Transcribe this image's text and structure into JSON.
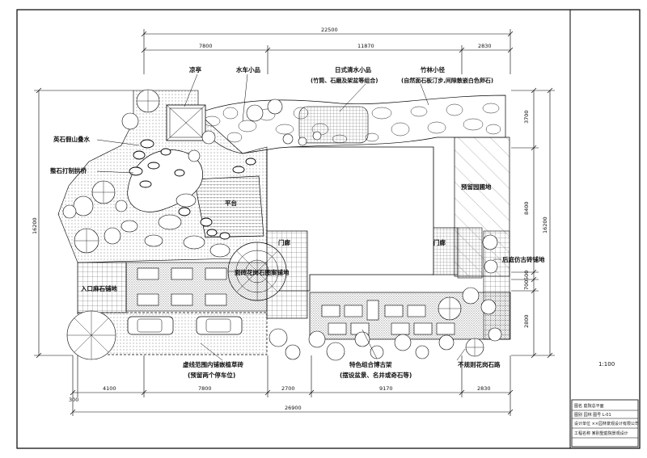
{
  "scale": "1:100",
  "dimensions": {
    "top_total": "22500",
    "top_segments": [
      "7800",
      "11870",
      "2830"
    ],
    "bottom_total": "26900",
    "bottom_segments": [
      "4100",
      "7800",
      "2700",
      "9170",
      "2830"
    ],
    "bottom_offset": "300",
    "left_total": "16200",
    "right_total": "16200",
    "right_segments": [
      "3700",
      "8400",
      "500",
      "700",
      "2800"
    ]
  },
  "labels": {
    "pavilion": "凉亭",
    "waterwheel": "水车小品",
    "japanese_water": "日式清水小品",
    "japanese_water_sub": "(竹筒、石磨及架盆等组合)",
    "bamboo_path": "竹林小径",
    "bamboo_path_sub": "(自然面石板汀步,间隙散嵌白色卵石)",
    "rockery": "英石假山叠水",
    "stone_bridge": "整石打制拱桥",
    "platform": "平台",
    "reserved_garden": "预留园圃地",
    "gate_left": "门廊",
    "gate_right": "门廊",
    "pattern_paving": "面砖花岗石图案铺地",
    "entrance_paving": "入口麻石铺地",
    "back_paving": "后庭仿古砖铺地",
    "lawn_parking": "虚线范围内铺嵌植草砖",
    "lawn_parking_sub": "(预留两个停车位)",
    "bogu_shelf": "特色组合博古架",
    "bogu_shelf_sub": "(摆设盆景、名井或奇石等)",
    "flagstone_path": "不规则花岗石路"
  },
  "title_block": {
    "row1": "图名  庭院总平面",
    "row2": "图别  园林  图号  L-01",
    "row3": "设计单位 ××园林景观设计有限公司",
    "row4": "工程名称 某别墅庭院景观设计"
  }
}
